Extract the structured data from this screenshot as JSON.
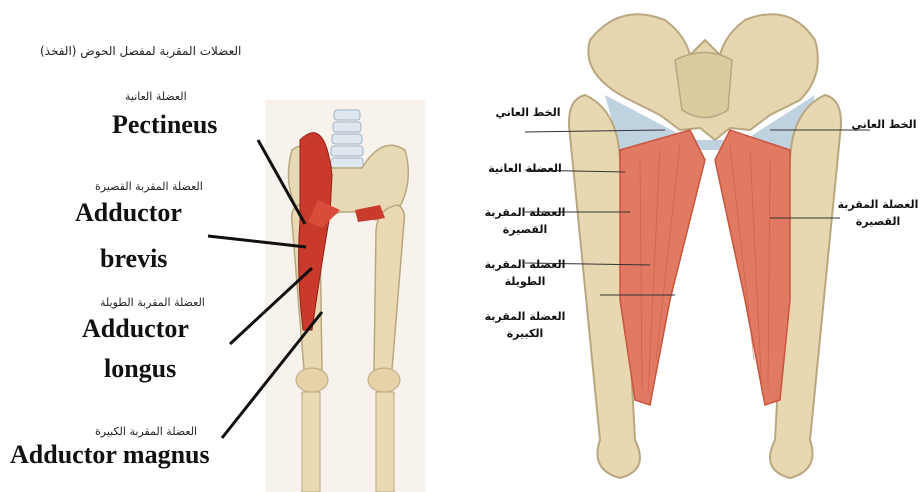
{
  "left": {
    "heading_ar": "العضلات المقربة لمفصل الحوض (الفخذ)",
    "labels": [
      {
        "id": "pectineus",
        "ar": "العضلة العانية",
        "en": "Pectineus"
      },
      {
        "id": "adductor-brevis",
        "ar": "العضلة المقربة القصيرة",
        "en_line1": "Adductor",
        "en_line2": "brevis"
      },
      {
        "id": "adductor-longus",
        "ar": "العضلة المقربة الطويلة",
        "en_line1": "Adductor",
        "en_line2": "longus"
      },
      {
        "id": "adductor-magnus",
        "ar": "العضلة المقربة الكبيرة",
        "en": "Adductor magnus"
      }
    ]
  },
  "right": {
    "labels": [
      {
        "id": "pubic-line-left",
        "text": "الخط العاني"
      },
      {
        "id": "pectineus-r",
        "text": "العضلة العانية"
      },
      {
        "id": "brevis-r",
        "text": "العضلة المقربة القصيرة"
      },
      {
        "id": "longus-r",
        "text": "العضلة المقربة الطويلة"
      },
      {
        "id": "magnus-r",
        "text": "العضلة المقربة الكبيرة"
      },
      {
        "id": "pubic-line-right",
        "text": "الخط العاني"
      },
      {
        "id": "brevis-right",
        "text": "العضلة المقربة القصيرة"
      }
    ]
  },
  "colors": {
    "bone": "#e6d6b0",
    "bone_dark": "#b9a77f",
    "muscle": "#e07a62",
    "muscle_dark": "#c9553f",
    "ligament": "#a9c3d6",
    "red": "#c93a2c"
  }
}
